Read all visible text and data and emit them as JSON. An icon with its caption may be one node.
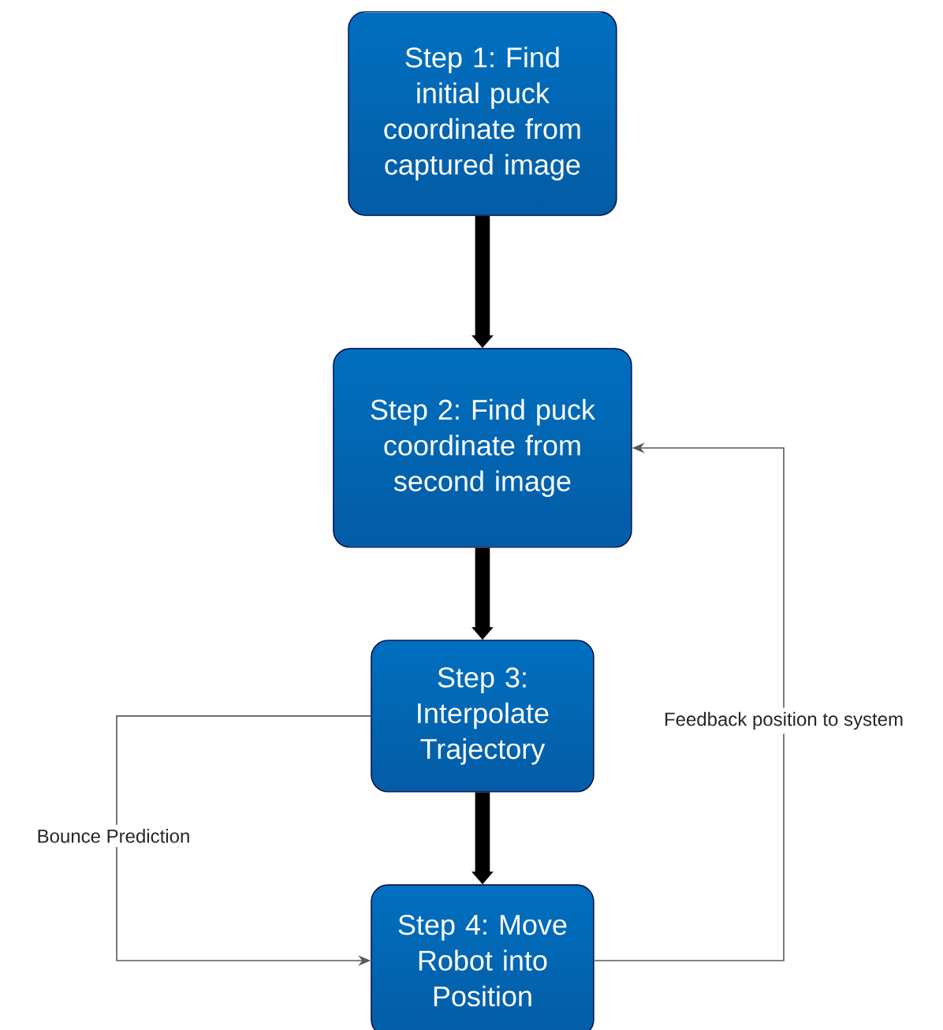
{
  "diagram": {
    "nodes": [
      {
        "text": [
          "Step 1: Find initial puck coordinate from captured image"
        ]
      },
      {
        "text": [
          "Step 2: Find puck coordinate from second image"
        ]
      },
      {
        "text": [
          "Step 3: Interpolate Trajectory"
        ]
      },
      {
        "text": [
          "Step 4: Move Robot into Position"
        ]
      }
    ],
    "edges": [
      {
        "from": 0,
        "to": 1,
        "arrow": "to"
      },
      {
        "from": 1,
        "to": 2,
        "arrow": "to"
      },
      {
        "from": 2,
        "to": 3,
        "arrow": "to"
      },
      {
        "from": 2,
        "to": 3,
        "arrow": "to",
        "label": "Bounce Prediction",
        "color": "#595959"
      },
      {
        "from": 3,
        "to": 1,
        "arrow": "to",
        "label": "Feedback position to system",
        "color": "#595959"
      }
    ]
  }
}
